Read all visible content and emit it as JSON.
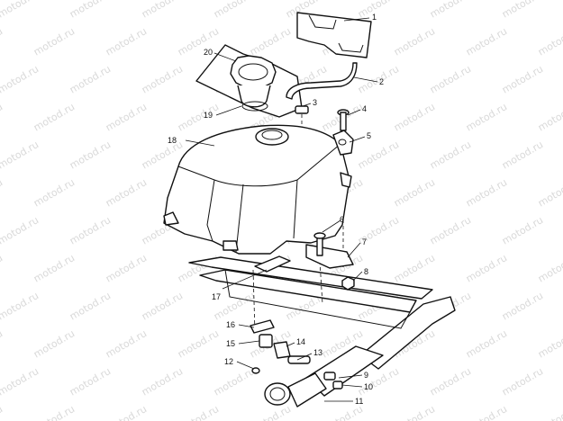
{
  "watermark": "motod.ru",
  "callouts": [
    {
      "id": "1",
      "label": "1"
    },
    {
      "id": "2",
      "label": "2"
    },
    {
      "id": "3",
      "label": "3"
    },
    {
      "id": "4",
      "label": "4"
    },
    {
      "id": "5",
      "label": "5"
    },
    {
      "id": "6",
      "label": "6"
    },
    {
      "id": "7",
      "label": "7"
    },
    {
      "id": "8",
      "label": "8"
    },
    {
      "id": "9",
      "label": "9"
    },
    {
      "id": "10",
      "label": "10"
    },
    {
      "id": "11",
      "label": "11"
    },
    {
      "id": "12",
      "label": "12"
    },
    {
      "id": "13",
      "label": "13"
    },
    {
      "id": "14",
      "label": "14"
    },
    {
      "id": "15",
      "label": "15"
    },
    {
      "id": "16",
      "label": "16"
    },
    {
      "id": "17",
      "label": "17"
    },
    {
      "id": "18",
      "label": "18"
    },
    {
      "id": "19",
      "label": "19"
    },
    {
      "id": "20",
      "label": "20"
    }
  ],
  "icons": {
    "fuel_tank": "fuel-tank-icon",
    "fuel_cap": "fuel-cap-icon",
    "vent_hose": "vent-hose-icon",
    "frame": "frame-icon"
  },
  "colors": {
    "line": "#111111",
    "watermark": "#d9d9d9",
    "background": "#ffffff"
  }
}
